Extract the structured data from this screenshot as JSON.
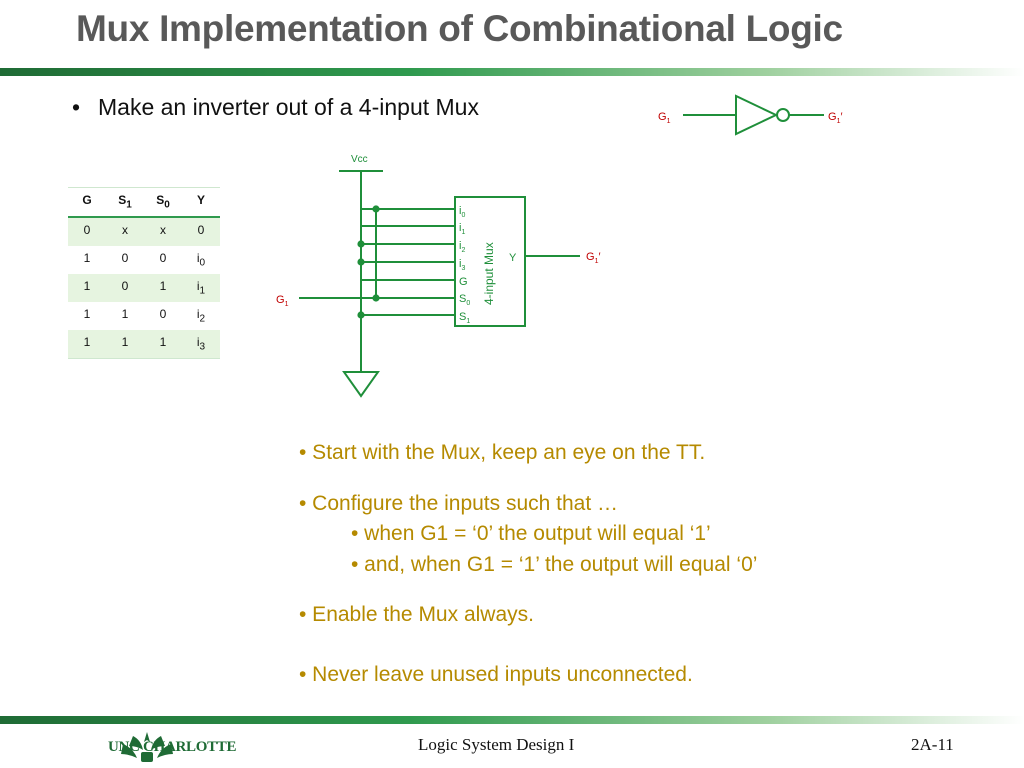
{
  "slide": {
    "title": "Mux Implementation of Combinational Logic",
    "bullet": "Make an inverter out of a 4-input Mux"
  },
  "inverter": {
    "in_base": "G",
    "in_sub": "1",
    "out_base": "G",
    "out_sub": "1",
    "out_prime": "′"
  },
  "mux": {
    "label": "4-input Mux",
    "vcc": "Vcc",
    "output_pin": "Y",
    "input_label_base": "G",
    "input_label_sub": "1",
    "output_label_base": "G",
    "output_label_sub": "1",
    "output_label_prime": "′",
    "pins": [
      {
        "base": "i",
        "sub": "0"
      },
      {
        "base": "i",
        "sub": "1"
      },
      {
        "base": "i",
        "sub": "2"
      },
      {
        "base": "i",
        "sub": "3"
      },
      {
        "base": "G",
        "sub": ""
      },
      {
        "base": "S",
        "sub": "0"
      },
      {
        "base": "S",
        "sub": "1"
      }
    ]
  },
  "truth_table": {
    "headers": [
      {
        "base": "G",
        "sub": ""
      },
      {
        "base": "S",
        "sub": "1"
      },
      {
        "base": "S",
        "sub": "0"
      },
      {
        "base": "Y",
        "sub": ""
      }
    ],
    "rows": [
      [
        {
          "base": "0",
          "sub": ""
        },
        {
          "base": "x",
          "sub": ""
        },
        {
          "base": "x",
          "sub": ""
        },
        {
          "base": "0",
          "sub": ""
        }
      ],
      [
        {
          "base": "1",
          "sub": ""
        },
        {
          "base": "0",
          "sub": ""
        },
        {
          "base": "0",
          "sub": ""
        },
        {
          "base": "i",
          "sub": "0"
        }
      ],
      [
        {
          "base": "1",
          "sub": ""
        },
        {
          "base": "0",
          "sub": ""
        },
        {
          "base": "1",
          "sub": ""
        },
        {
          "base": "i",
          "sub": "1"
        }
      ],
      [
        {
          "base": "1",
          "sub": ""
        },
        {
          "base": "1",
          "sub": ""
        },
        {
          "base": "0",
          "sub": ""
        },
        {
          "base": "i",
          "sub": "2"
        }
      ],
      [
        {
          "base": "1",
          "sub": ""
        },
        {
          "base": "1",
          "sub": ""
        },
        {
          "base": "1",
          "sub": ""
        },
        {
          "base": "i",
          "sub": "3"
        }
      ]
    ]
  },
  "notes": [
    "• Start with the Mux, keep an eye on the TT.",
    "• Configure the inputs such that …",
    "• when G1 = ‘0’ the output will equal ‘1’",
    "• and, when G1 = ‘1’ the output will equal ‘0’",
    "• Enable the Mux always.",
    "• Never leave unused inputs unconnected."
  ],
  "footer": {
    "center": "Logic System Design I",
    "page": "2A-11",
    "logo_text": "UNC CHARLOTTE"
  },
  "colors": {
    "green": "#1f8f3a",
    "red": "#c00000",
    "gold": "#b58a00",
    "accent": "#2f9a4e"
  }
}
